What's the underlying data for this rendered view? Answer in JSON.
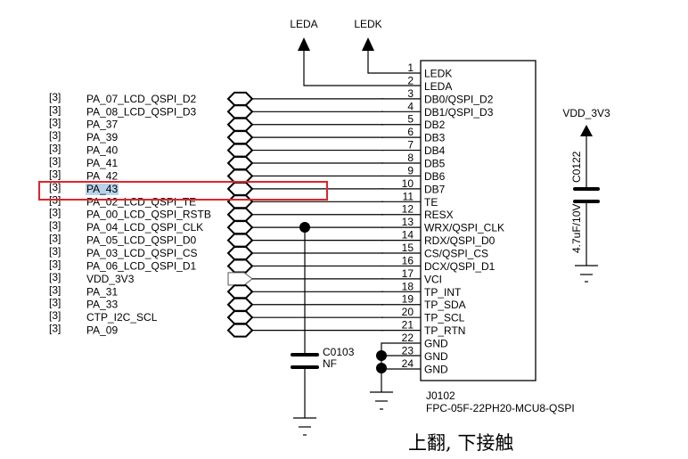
{
  "title_note": "上翻, 下接触",
  "connector": {
    "ref": "J0102",
    "part": "FPC-05F-22PH20-MCU8-QSPI",
    "pins": [
      {
        "num": "1",
        "name": "LEDK"
      },
      {
        "num": "2",
        "name": "LEDA"
      },
      {
        "num": "3",
        "name": "DB0/QSPI_D2"
      },
      {
        "num": "4",
        "name": "DB1/QSPI_D3"
      },
      {
        "num": "5",
        "name": "DB2"
      },
      {
        "num": "6",
        "name": "DB3"
      },
      {
        "num": "7",
        "name": "DB4"
      },
      {
        "num": "8",
        "name": "DB5"
      },
      {
        "num": "9",
        "name": "DB6"
      },
      {
        "num": "10",
        "name": "DB7"
      },
      {
        "num": "11",
        "name": "TE"
      },
      {
        "num": "12",
        "name": "RESX"
      },
      {
        "num": "13",
        "name": "WRX/QSPI_CLK"
      },
      {
        "num": "14",
        "name": "RDX/QSPI_D0"
      },
      {
        "num": "15",
        "name": "CS/QSPI_CS"
      },
      {
        "num": "16",
        "name": "DCX/QSPI_D1"
      },
      {
        "num": "17",
        "name": "VCI"
      },
      {
        "num": "18",
        "name": "TP_INT"
      },
      {
        "num": "19",
        "name": "TP_SDA"
      },
      {
        "num": "20",
        "name": "TP_SCL"
      },
      {
        "num": "21",
        "name": "TP_RTN"
      },
      {
        "num": "22",
        "name": "GND"
      },
      {
        "num": "23",
        "name": "GND"
      },
      {
        "num": "24",
        "name": "GND"
      }
    ]
  },
  "power_ports": {
    "leda": "LEDA",
    "ledk": "LEDK",
    "vdd": "VDD_3V3"
  },
  "nets": [
    {
      "sheet": "[3]",
      "name": "PA_07_LCD_QSPI_D2",
      "pin": 3
    },
    {
      "sheet": "[3]",
      "name": "PA_08_LCD_QSPI_D3",
      "pin": 4
    },
    {
      "sheet": "[3]",
      "name": "PA_37",
      "pin": 5
    },
    {
      "sheet": "[3]",
      "name": "PA_39",
      "pin": 6
    },
    {
      "sheet": "[3]",
      "name": "PA_40",
      "pin": 7
    },
    {
      "sheet": "[3]",
      "name": "PA_41",
      "pin": 8
    },
    {
      "sheet": "[3]",
      "name": "PA_42",
      "pin": 9
    },
    {
      "sheet": "[3]",
      "name": "PA_43",
      "pin": 10,
      "highlighted": true
    },
    {
      "sheet": "[3]",
      "name": "PA_02_LCD_QSPI_TE",
      "pin": 11
    },
    {
      "sheet": "[3]",
      "name": "PA_00_LCD_QSPI_RSTB",
      "pin": 12
    },
    {
      "sheet": "[3]",
      "name": "PA_04_LCD_QSPI_CLK",
      "pin": 13
    },
    {
      "sheet": "[3]",
      "name": "PA_05_LCD_QSPI_D0",
      "pin": 14
    },
    {
      "sheet": "[3]",
      "name": "PA_03_LCD_QSPI_CS",
      "pin": 15
    },
    {
      "sheet": "[3]",
      "name": "PA_06_LCD_QSPI_D1",
      "pin": 16
    },
    {
      "sheet": "[3]",
      "name": "VDD_3V3",
      "pin": 17,
      "power": true
    },
    {
      "sheet": "[3]",
      "name": "PA_31",
      "pin": 18
    },
    {
      "sheet": "[3]",
      "name": "PA_33",
      "pin": 19
    },
    {
      "sheet": "[3]",
      "name": "CTP_I2C_SCL",
      "pin": 20
    },
    {
      "sheet": "[3]",
      "name": "PA_09",
      "pin": 21
    }
  ],
  "capacitors": [
    {
      "ref": "C0103",
      "value": "NF"
    },
    {
      "ref": "C0122",
      "value": "4.7uF/10V"
    }
  ],
  "colors": {
    "highlight_box": "#e0242b",
    "selection": "#b7d3ea"
  }
}
